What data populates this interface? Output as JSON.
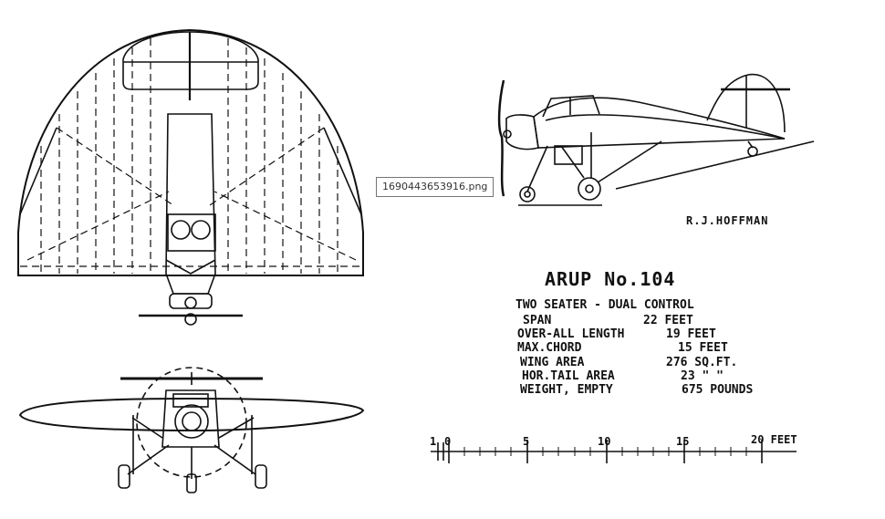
{
  "tooltip": "1690443653916.png",
  "author": "R.J.HOFFMAN",
  "title": "ARUP No.104",
  "subtitle": "TWO SEATER - DUAL CONTROL",
  "specs": [
    {
      "label": "SPAN",
      "value": "22 FEET"
    },
    {
      "label": "OVER-ALL LENGTH",
      "value": "19 FEET"
    },
    {
      "label": "MAX.CHORD",
      "value": "15 FEET"
    },
    {
      "label": "WING AREA",
      "value": "276 SQ.FT."
    },
    {
      "label": "HOR.TAIL AREA",
      "value": "23 \"  \""
    },
    {
      "label": "WEIGHT, EMPTY",
      "value": "675 POUNDS"
    }
  ],
  "scale": {
    "ticks": [
      "1",
      "0",
      "5",
      "10",
      "15",
      "20 FEET"
    ]
  }
}
